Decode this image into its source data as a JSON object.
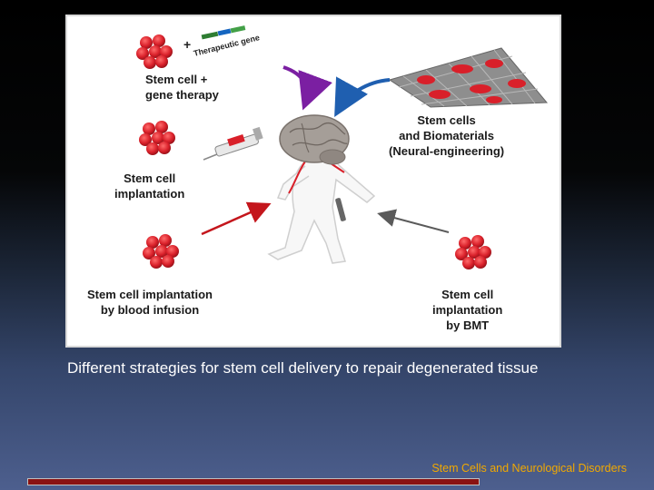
{
  "figure": {
    "gene_label": "Therapeutic gene",
    "labels": {
      "stem_cell_gene_therapy": "Stem cell +\ngene therapy",
      "biomaterials": "Stem cells\nand Biomaterials\n(Neural-engineering)",
      "implantation": "Stem cell\nimplantation",
      "blood_infusion": "Stem cell implantation\nby blood infusion",
      "bmt": "Stem cell\nimplantation\nby BMT"
    },
    "colors": {
      "cell_red": "#d9202a",
      "arrow_red": "#c4161c",
      "arrow_purple": "#7b1fa2",
      "arrow_blue": "#1f5fb0",
      "arrow_gray": "#5a5a5a"
    }
  },
  "caption": "Different strategies for stem cell delivery to repair degenerated tissue",
  "footer": {
    "title": "Stem Cells and Neurological Disorders"
  }
}
